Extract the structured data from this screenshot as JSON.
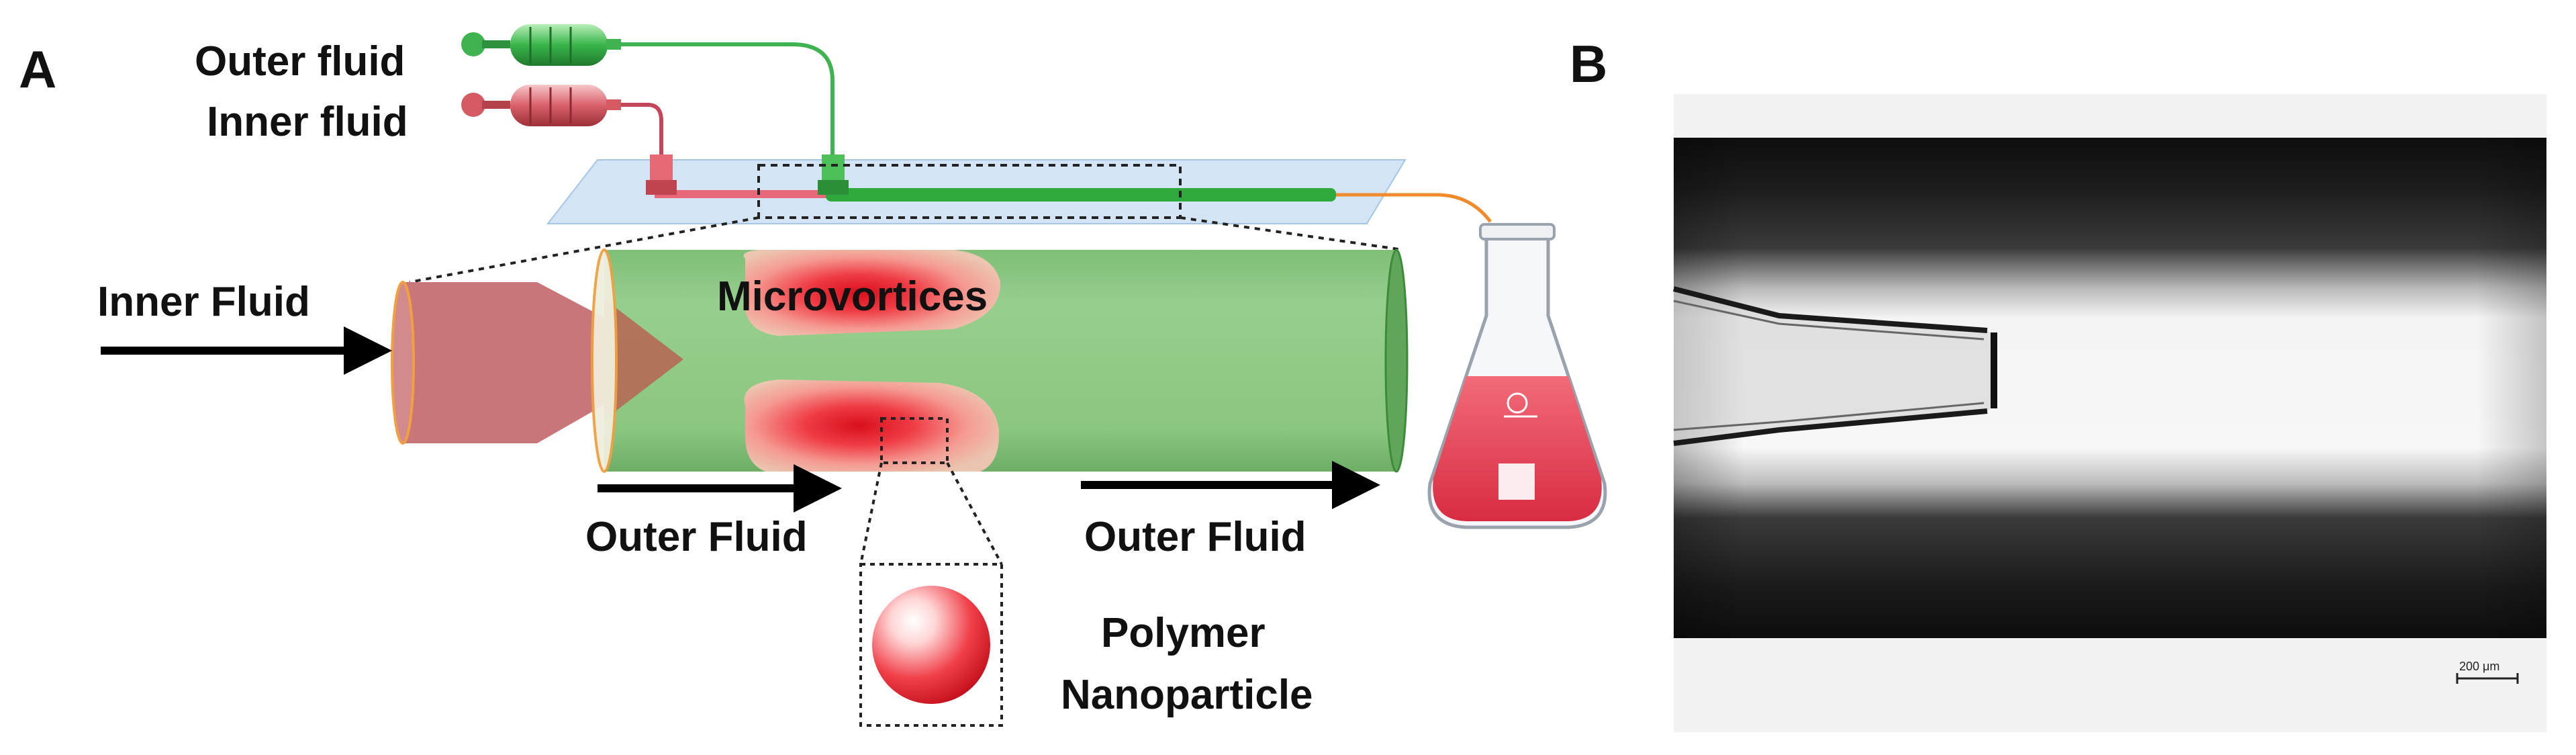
{
  "panel_a": {
    "letter": "A",
    "syringes": {
      "outer_label": "Outer fluid",
      "inner_label": "Inner fluid"
    },
    "labels": {
      "inner_fluid": "Inner Fluid",
      "microvortices": "Microvortices",
      "outer_fluid_left": "Outer Fluid",
      "outer_fluid_right": "Outer Fluid",
      "polymer_line1": "Polymer",
      "polymer_line2": "Nanoparticle"
    },
    "colors": {
      "outer_fluid": "#3fb34f",
      "outer_channel": "#8fc98a",
      "inner_fluid": "#c9767a",
      "vortex": "#e0303a",
      "chip": "#cfe3f5",
      "tubing_out": "#f08a2a",
      "flask_liquid": "#ec4a5a"
    },
    "icons": {
      "outer_syringe": "syringe-icon",
      "inner_syringe": "syringe-icon",
      "flask": "erlenmeyer-flask-icon",
      "nanoparticle": "sphere-icon"
    }
  },
  "panel_b": {
    "letter": "B",
    "scale_bar": "200 μm",
    "image_kind": "micrograph"
  }
}
